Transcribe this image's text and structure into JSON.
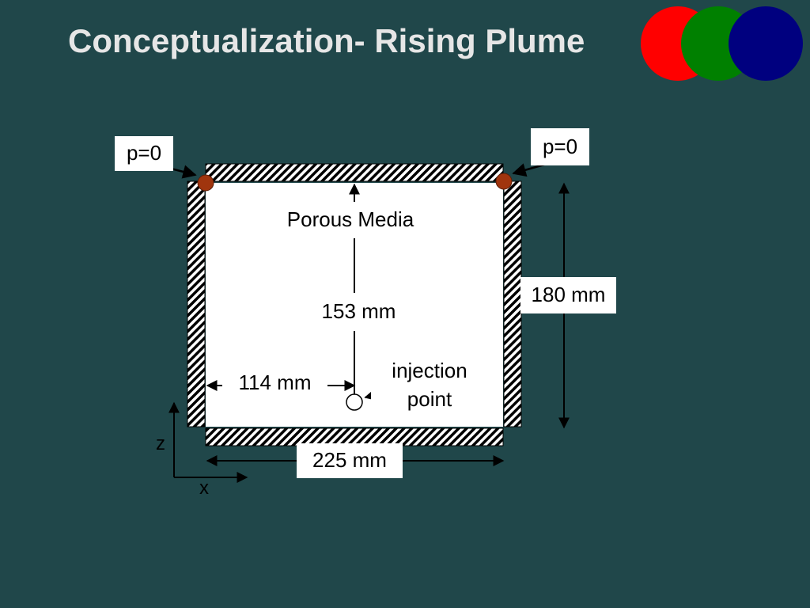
{
  "slide": {
    "title": "Conceptualization- Rising Plume",
    "logo_colors": [
      "#ff0000",
      "#008000",
      "#00007f"
    ]
  },
  "diagram": {
    "labels": {
      "pressure_left": "p=0",
      "pressure_right": "p=0",
      "porous_media": "Porous Media",
      "height_total": "180 mm",
      "height_injection": "153 mm",
      "width_injection": "114 mm",
      "width_total": "225 mm",
      "injection_point_line1": "injection",
      "injection_point_line2": "point",
      "axis_z": "z",
      "axis_x": "x"
    },
    "colors": {
      "background": "#20474a",
      "pressure_node": "#a0350e",
      "box_fill": "#ffffff"
    }
  }
}
